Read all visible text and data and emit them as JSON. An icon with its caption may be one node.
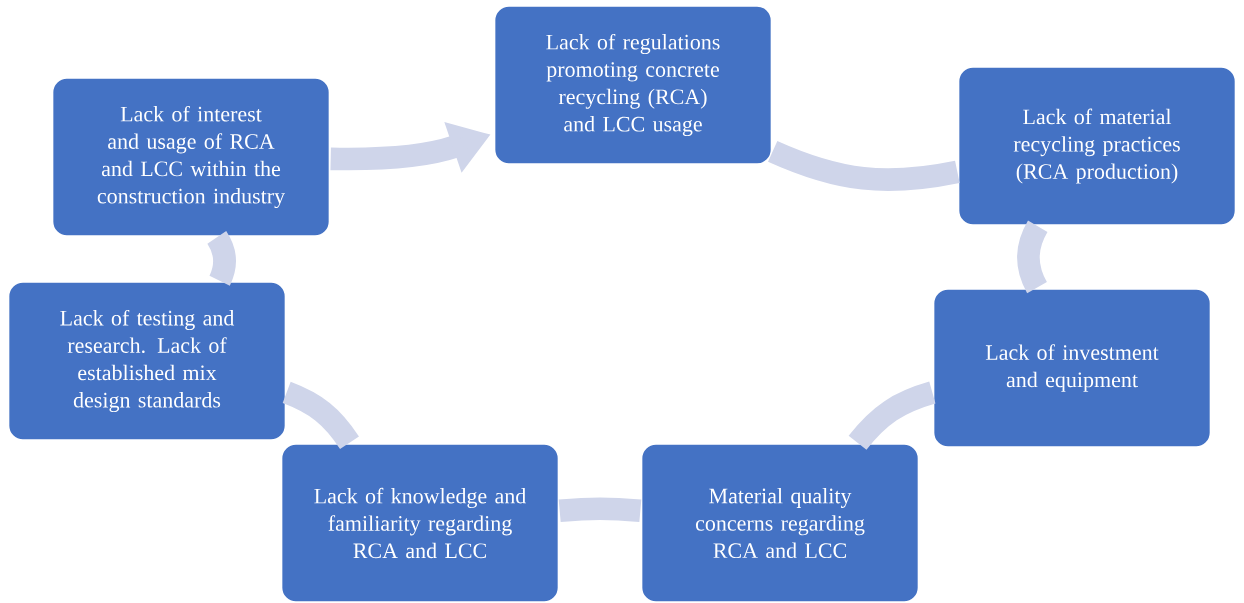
{
  "diagram": {
    "nodes": [
      {
        "text": [
          "Lack of regulations promoting concrete recycling (RCA) and LCC usage"
        ]
      },
      {
        "text": [
          "Lack of material recycling practices (RCA production)"
        ]
      },
      {
        "text": [
          "Lack of investment and equipment"
        ]
      },
      {
        "text": [
          "Material quality concerns regarding RCA and LCC"
        ]
      },
      {
        "text": [
          "Lack of knowledge and familiarity regarding RCA and LCC"
        ]
      },
      {
        "text": [
          "Lack of testing and research. Lack of established mix design standards"
        ]
      },
      {
        "text": [
          "Lack of interest and usage of RCA and LCC within the construction industry"
        ]
      }
    ],
    "edges": [
      {
        "from": 0,
        "to": 1,
        "arrow": "none"
      },
      {
        "from": 1,
        "to": 2,
        "arrow": "none"
      },
      {
        "from": 2,
        "to": 3,
        "arrow": "none"
      },
      {
        "from": 3,
        "to": 4,
        "arrow": "none"
      },
      {
        "from": 4,
        "to": 5,
        "arrow": "none"
      },
      {
        "from": 5,
        "to": 6,
        "arrow": "none"
      },
      {
        "from": 6,
        "to": 0,
        "arrow": "to"
      }
    ]
  }
}
